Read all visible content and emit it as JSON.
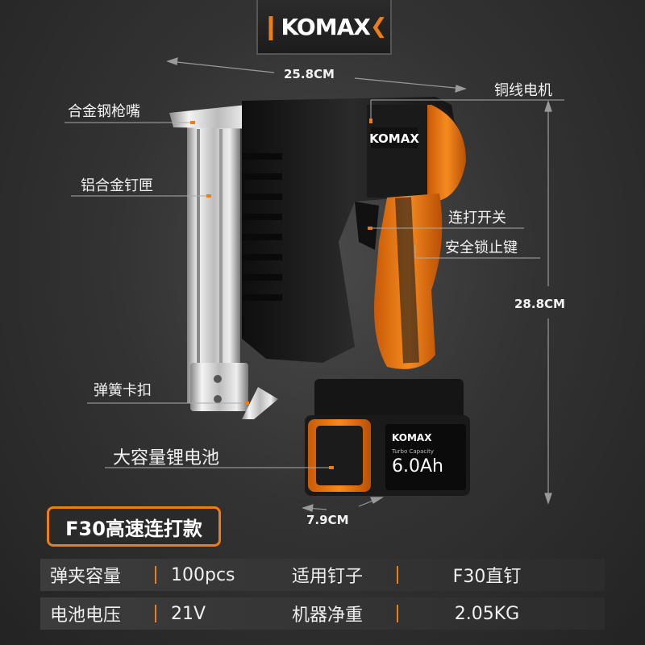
{
  "brand": {
    "logo": "KOMAX"
  },
  "dimensions": {
    "width": "25.8CM",
    "height": "28.8CM",
    "depth": "7.9CM"
  },
  "labels": {
    "nozzle": "合金钢枪嘴",
    "magazine": "铝合金钉匣",
    "motor": "铜线电机",
    "trigger": "连打开关",
    "safety": "安全锁止键",
    "spring_clip": "弹簧卡扣",
    "battery": "大容量锂电池"
  },
  "battery": {
    "brand": "KOMAX",
    "subtitle": "Turbo Capacity",
    "capacity": "6.0Ah"
  },
  "model": "F30高速连打款",
  "specs": [
    {
      "label1": "弹夹容量",
      "value1": "100pcs",
      "label2": "适用钉子",
      "value2": "F30直钉"
    },
    {
      "label1": "电池电压",
      "value1": "21V",
      "label2": "机器净重",
      "value2": "2.05KG"
    }
  ],
  "colors": {
    "accent": "#f07d13",
    "body": "#1e1e1e"
  }
}
